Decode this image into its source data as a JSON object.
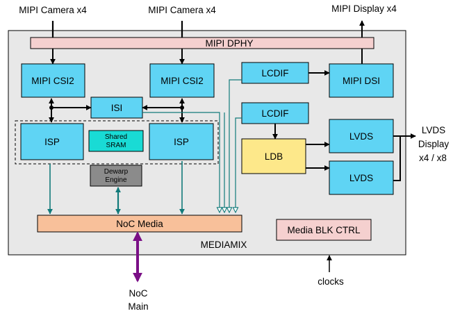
{
  "inputs": {
    "camera_left": "MIPI Camera x4",
    "camera_right": "MIPI Camera x4",
    "display_out": "MIPI Display x4"
  },
  "blocks": {
    "dphy": "MIPI DPHY",
    "csi2_left": "MIPI CSI2",
    "csi2_right": "MIPI CSI2",
    "isi": "ISI",
    "isp_left": "ISP",
    "isp_right": "ISP",
    "sram_line1": "Shared",
    "sram_line2": "SRAM",
    "dewarp_line1": "Dewarp",
    "dewarp_line2": "Engine",
    "lcdif_top": "LCDIF",
    "lcdif_bottom": "LCDIF",
    "mipi_dsi": "MIPI DSI",
    "ldb": "LDB",
    "lvds_top": "LVDS",
    "lvds_bottom": "LVDS",
    "noc_media": "NoC Media",
    "media_blk_ctrl": "Media BLK CTRL",
    "mediamix": "MEDIAMIX"
  },
  "outputs": {
    "lvds_line1": "LVDS",
    "lvds_line2": "Display",
    "lvds_line3": "x4 / x8",
    "noc_line1": "NoC",
    "noc_line2": "Main",
    "clocks": "clocks"
  },
  "colors": {
    "block_blue": "#5fd4f4",
    "dphy_pink": "#f5d0cf",
    "noc_orange": "#f8c09a",
    "ldb_yellow": "#fde88a",
    "sram_cyan": "#19dbd5",
    "dewarp_gray": "#8b8b8b",
    "mediamix_gray": "#e8e8e8",
    "teal": "#117a7a",
    "purple": "#7a0f86"
  }
}
